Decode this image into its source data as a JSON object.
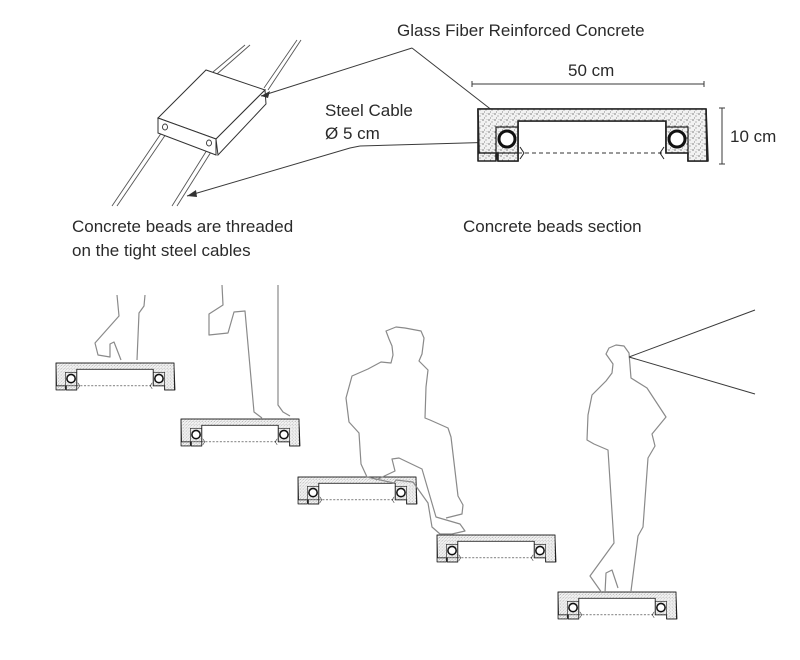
{
  "labels": {
    "material": "Glass Fiber Reinforced Concrete",
    "width_dim": "50 cm",
    "height_dim": "10 cm",
    "cable_line1": "Steel Cable",
    "cable_line2": "Ø 5 cm",
    "threaded_line1": "Concrete beads are threaded",
    "threaded_line2": "on the tight steel cables",
    "section_caption": "Concrete beads section"
  },
  "scene": {
    "bead_count": 5,
    "figures": [
      "stepping-leg",
      "stepping-leg",
      "seated-person",
      "standing-person-looking"
    ]
  },
  "colors": {
    "ink": "#2a2a2a",
    "figure_outline": "#8a8a8a",
    "concrete_fill": "#e6e6e6"
  }
}
